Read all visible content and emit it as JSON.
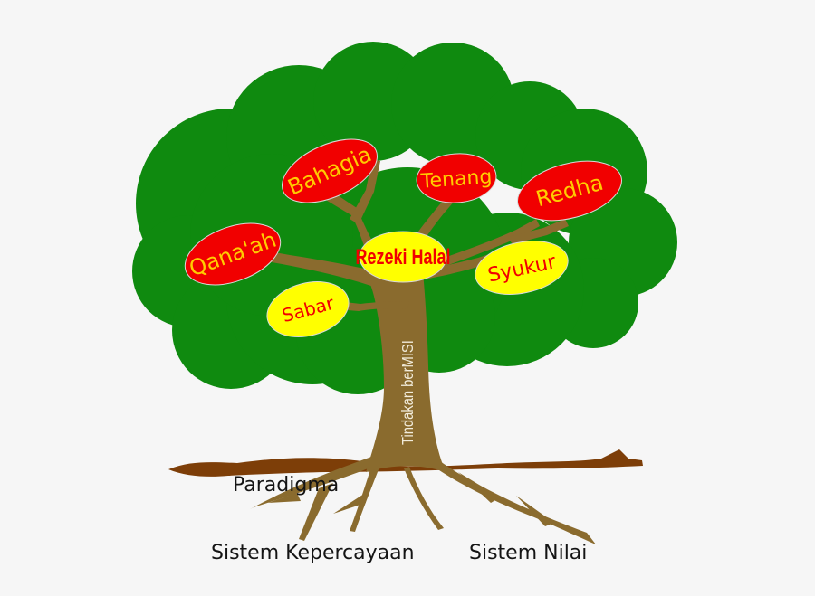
{
  "diagram": {
    "type": "tree-concept-diagram",
    "background_color": "#f6f6f6",
    "colors": {
      "foliage_green": "#0f8a0f",
      "wood_brown": "#8a6b2e",
      "ground_band_brown": "#7d3e08",
      "fruit_red": "#f10000",
      "fruit_yellow": "#ffff00",
      "text_gold": "#ffcc00",
      "text_red": "#f10000",
      "trunk_text_cream": "#f2ecdb",
      "label_black": "#141414"
    },
    "fruits": [
      {
        "label": "Qana'ah",
        "fill": "red",
        "text_color": "gold"
      },
      {
        "label": "Bahagia",
        "fill": "red",
        "text_color": "gold"
      },
      {
        "label": "Tenang",
        "fill": "red",
        "text_color": "gold"
      },
      {
        "label": "Redha",
        "fill": "red",
        "text_color": "gold"
      },
      {
        "label": "Rezeki Halal",
        "fill": "yellow",
        "text_color": "red"
      },
      {
        "label": "Syukur",
        "fill": "yellow",
        "text_color": "red"
      },
      {
        "label": "Sabar",
        "fill": "yellow",
        "text_color": "red"
      }
    ],
    "trunk_label": "Tindakan berMISI",
    "ground_labels": [
      {
        "label": "Paradigma"
      },
      {
        "label": "Sistem Kepercayaan"
      },
      {
        "label": "Sistem Nilai"
      }
    ]
  }
}
